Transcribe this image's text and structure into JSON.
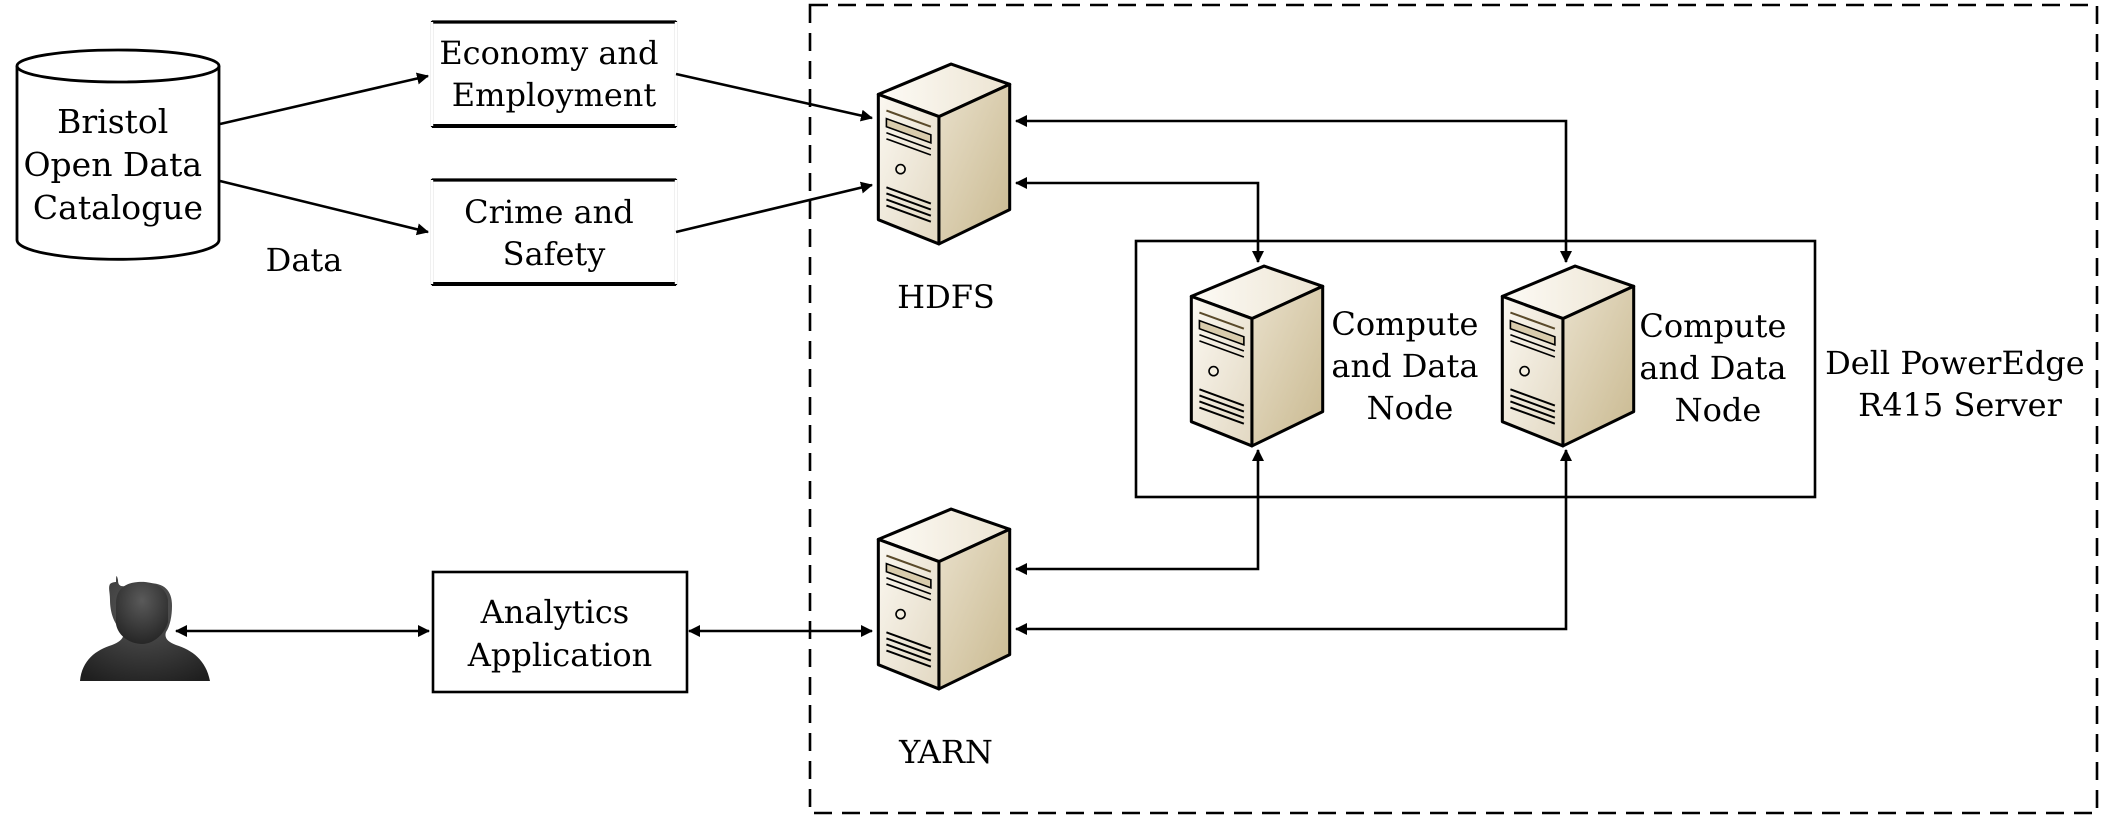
{
  "source": {
    "type": "data-store",
    "lines": [
      "Bristol",
      "Open Data",
      "Catalogue"
    ]
  },
  "edge_label_data": "Data",
  "datasets": [
    {
      "lines": [
        "Economy and",
        "Employment"
      ]
    },
    {
      "lines": [
        "Crime and",
        "Safety"
      ]
    }
  ],
  "hdfs_label": "HDFS",
  "yarn_label": "YARN",
  "compute_nodes": [
    {
      "lines": [
        "Compute",
        "and Data",
        "Node"
      ]
    },
    {
      "lines": [
        "Compute",
        "and Data",
        "Node"
      ]
    }
  ],
  "server_label_lines": [
    "Dell PowerEdge",
    "R415 Server"
  ],
  "analytics": {
    "lines": [
      "Analytics",
      "Application"
    ]
  },
  "icons": {
    "user": "user-silhouette-icon",
    "server": "server-tower-icon",
    "database": "database-cylinder-icon"
  },
  "colors": {
    "line": "#000000",
    "server_light": "#f7f3ea",
    "server_mid": "#e7dfcc",
    "server_dark": "#cfc2a4",
    "user_dark": "#1f1f1f",
    "user_light": "#5a5a5a"
  }
}
